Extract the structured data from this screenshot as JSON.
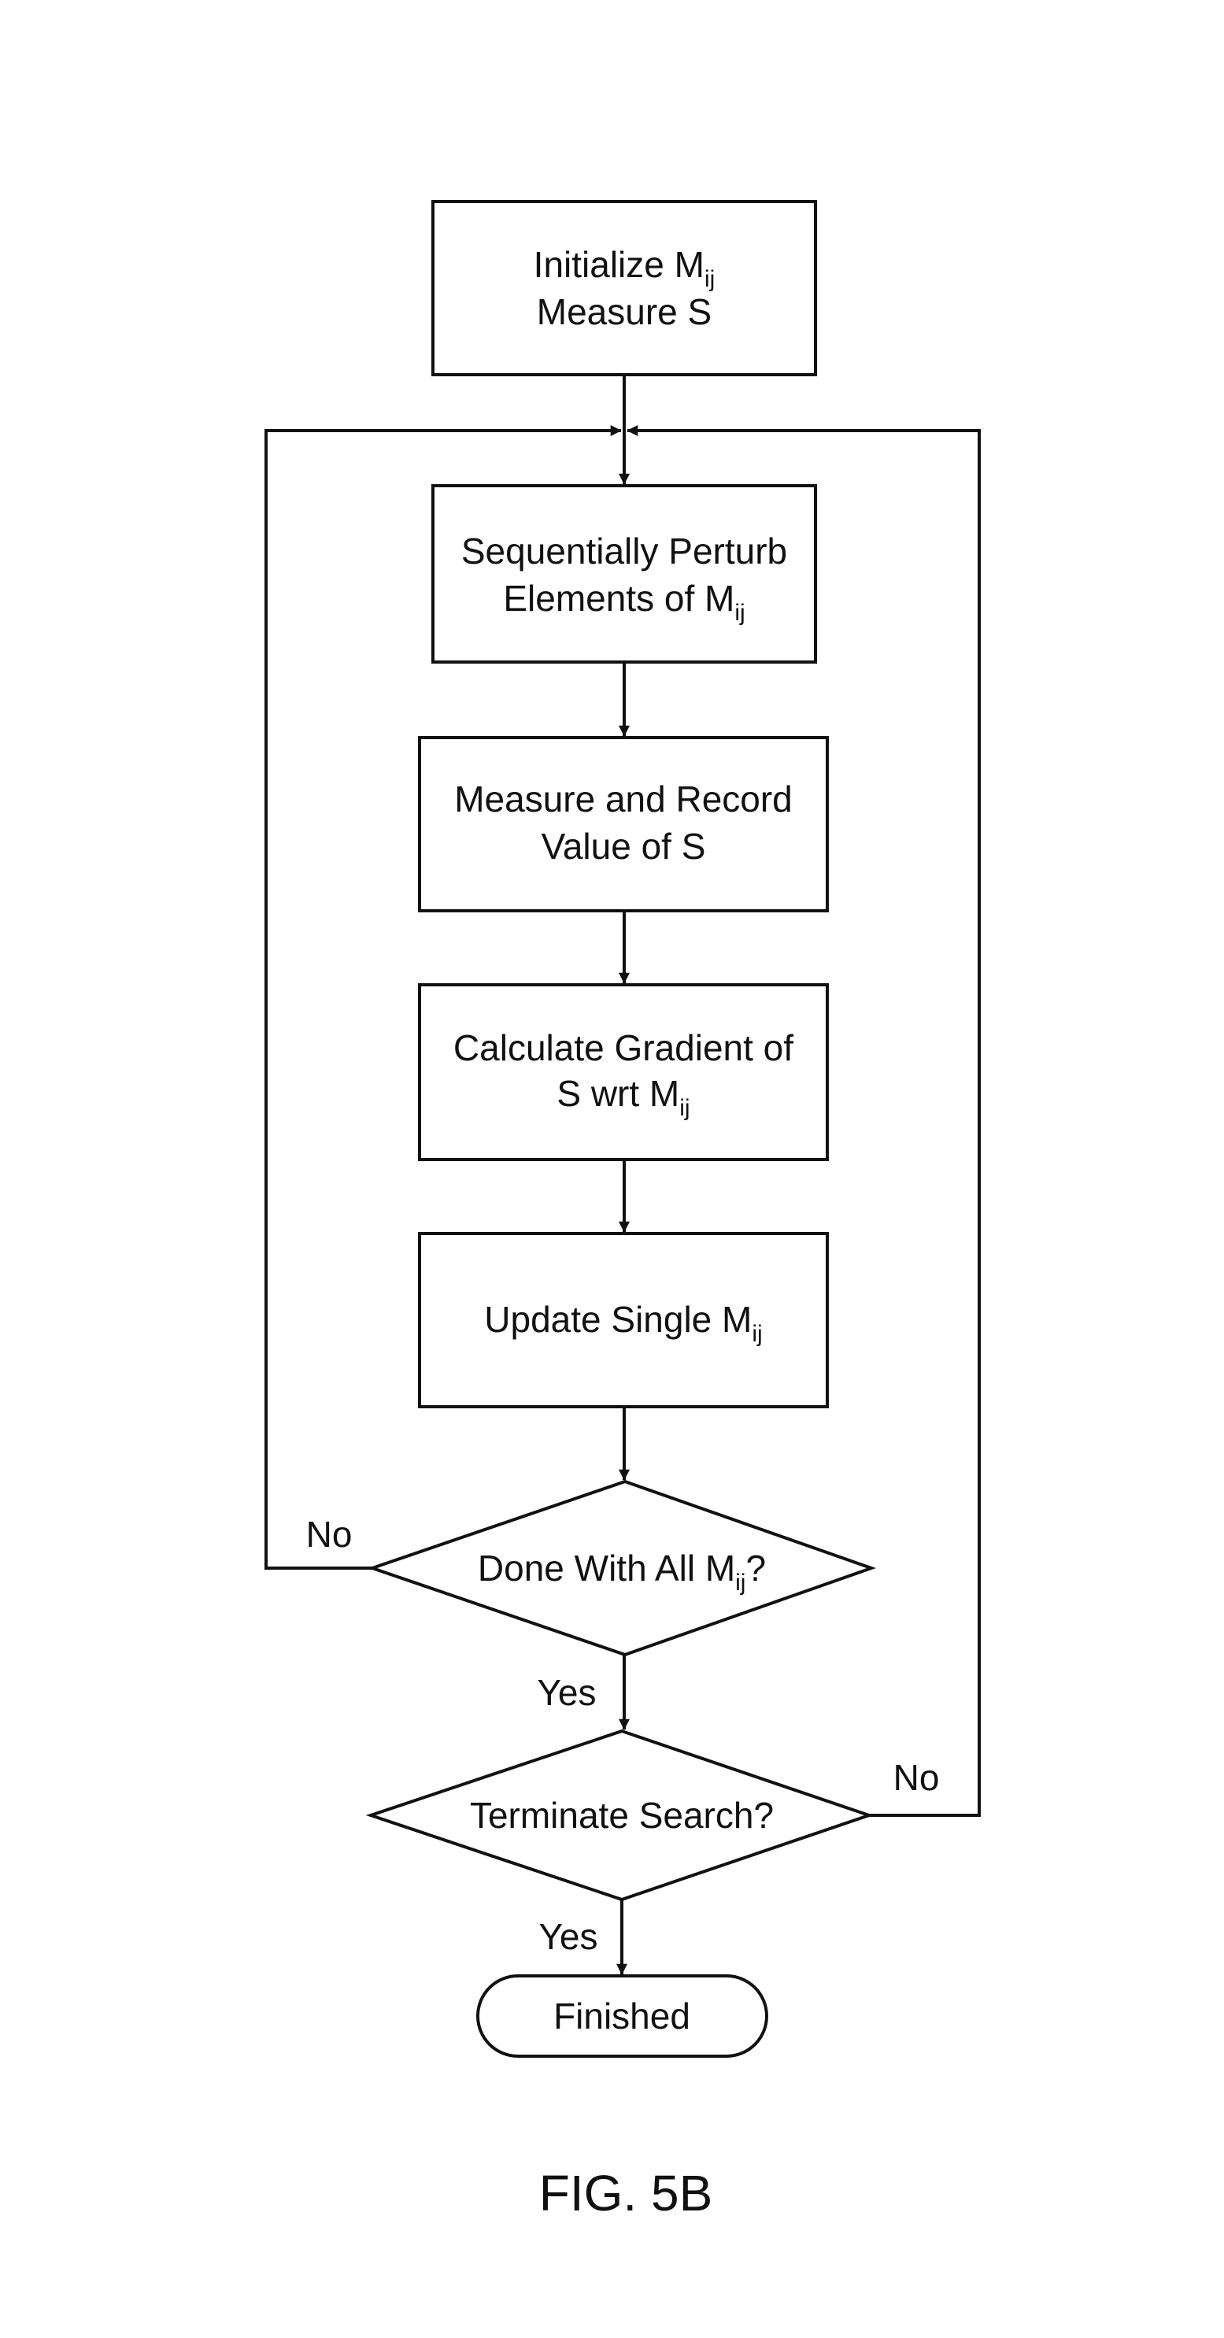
{
  "nodes": {
    "initialize": {
      "line1": "Initialize M",
      "line1_sub": "ij",
      "line2": "Measure S"
    },
    "perturb": {
      "line1": "Sequentially Perturb",
      "line2": "Elements of M",
      "line2_sub": "ij"
    },
    "measure": {
      "line1": "Measure and Record",
      "line2": "Value of S"
    },
    "gradient": {
      "line1": "Calculate Gradient of",
      "line2": "S wrt M",
      "line2_sub": "ij"
    },
    "update": {
      "line1": "Update Single M",
      "line1_sub": "ij"
    },
    "done_all": {
      "text": "Done With All M",
      "sub": "ij",
      "suffix": "?"
    },
    "terminate": {
      "text": "Terminate Search?"
    },
    "finished": {
      "text": "Finished"
    }
  },
  "edge_labels": {
    "done_no": "No",
    "done_yes": "Yes",
    "terminate_no": "No",
    "terminate_yes": "Yes"
  },
  "figure_caption": "FIG. 5B",
  "colors": {
    "stroke": "#111111",
    "fill": "#ffffff",
    "text": "#111111"
  }
}
